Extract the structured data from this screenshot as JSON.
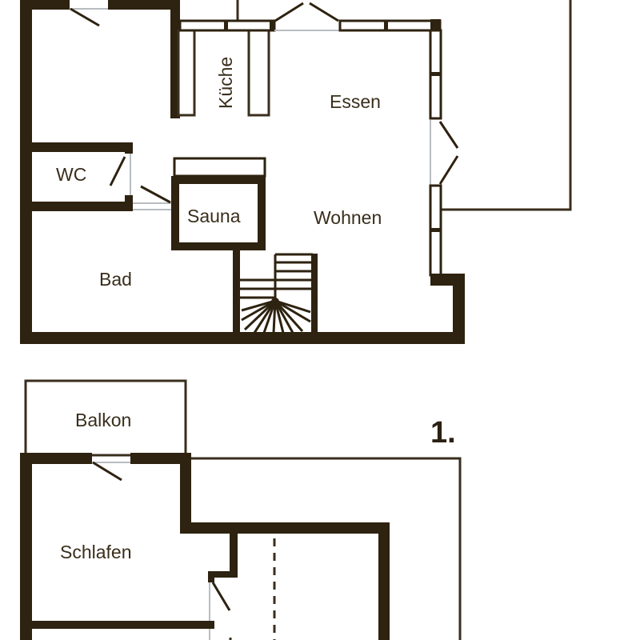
{
  "plan": {
    "wall_color": "#2e2210",
    "thin_line_color": "#3a2e1c",
    "glass_color": "#b8bcc0",
    "background": "#ffffff"
  },
  "ground_floor": {
    "rooms": {
      "kitchen": "Küche",
      "dining": "Essen",
      "wc": "WC",
      "sauna": "Sauna",
      "living": "Wohnen",
      "bath": "Bad"
    }
  },
  "first_floor": {
    "label": "1.",
    "rooms": {
      "balcony": "Balkon",
      "bedroom": "Schlafen"
    }
  }
}
